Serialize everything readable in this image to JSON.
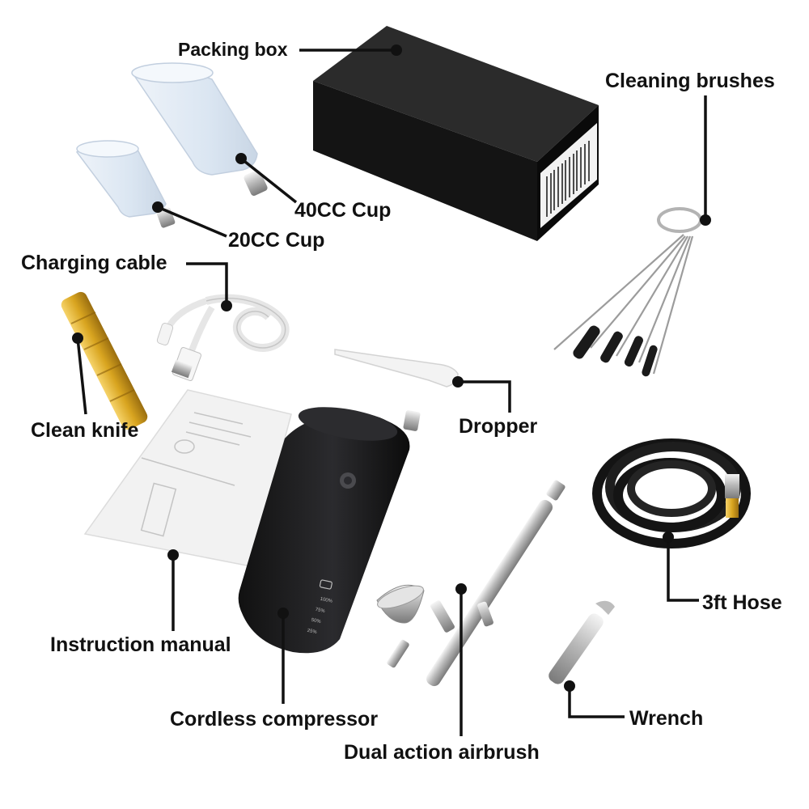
{
  "labels": {
    "packing_box": "Packing box",
    "cleaning_brushes": "Cleaning brushes",
    "cup_40": "40CC Cup",
    "cup_20": "20CC Cup",
    "charging_cable": "Charging cable",
    "clean_knife": "Clean knife",
    "dropper": "Dropper",
    "hose": "3ft Hose",
    "instruction_manual": "Instruction manual",
    "cordless_compressor": "Cordless compressor",
    "wrench": "Wrench",
    "dual_action_airbrush": "Dual action airbrush"
  },
  "compressor": {
    "levels": [
      "100%",
      "75%",
      "50%",
      "25%"
    ]
  },
  "colors": {
    "text": "#111111",
    "leader_line": "#111111",
    "box": "#1c1c1c",
    "compressor": "#1e1e20",
    "brass": "#d9a520",
    "chrome": "#c9c9c9",
    "cup": "#dfe9f4",
    "hose": "#141414"
  }
}
